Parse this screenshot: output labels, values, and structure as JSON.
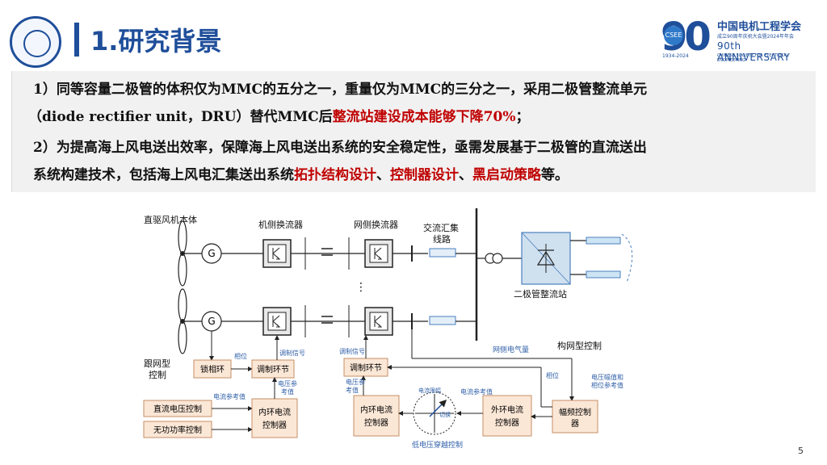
{
  "header": {
    "title": "1.研究背景",
    "university_logo": "university-seal",
    "society_logo": {
      "number": "90",
      "badge": "CSEE",
      "years": "1934-2024",
      "name_cn": "中国电机工程学会",
      "subtitle_cn": "成立90周年庆祝大会暨2024年年会",
      "anniversary_en": "90th ANNIVERSARY",
      "society_en": "CHINESE SOCIETY FOR ELECTRICAL ENGINEERING"
    }
  },
  "body": {
    "p1_line1": "1）同等容量二极管的体积仅为MMC的五分之一，重量仅为MMC的三分之一，采用二极管整流单元",
    "p1_line2_a": "（diode rectifier unit，DRU）替代MMC后",
    "p1_line2_red": "整流站建设成本能够下降70%",
    "p1_line2_b": "；",
    "p2_line1": "2）为提高海上风电送出效率，保障海上风电送出系统的安全稳定性，亟需发展基于二极管的直流送出",
    "p2_line2_a": "系统构建技术，包括海上风电汇集送出系统",
    "p2_line2_red1": "拓扑结构设计",
    "p2_sep1": "、",
    "p2_line2_red2": "控制器设计",
    "p2_sep2": "、",
    "p2_line2_red3": "黑启动策略",
    "p2_line2_b": "等。"
  },
  "diagram": {
    "turbine_body": "直驱风机本体",
    "machine_converter": "机侧换流器",
    "grid_converter": "网侧换流器",
    "ac_collect_1": "交流汇集",
    "ac_collect_2": "线路",
    "diode_station": "二极管整流站",
    "generator": "G",
    "ellipsis": "⋮",
    "grid_following_1": "跟网型",
    "grid_following_2": "控制",
    "grid_forming": "构网型控制",
    "pll": "锁相环",
    "modulation_1": "调制环节",
    "modulation_2": "调制环节",
    "phase_1": "相位",
    "phase_2": "相位",
    "mod_signal_1": "调制信号",
    "mod_signal_2": "调制信号",
    "grid_side_quantity": "网侧电气量",
    "v_ref_1a": "电压参",
    "v_ref_1b": "考值",
    "v_ref_2a": "电压参",
    "v_ref_2b": "考值",
    "i_ref_1": "电流参考值",
    "i_ref_2": "电流参考值",
    "dc_voltage_ctrl": "直流电压控制",
    "reactive_ctrl": "无功功率控制",
    "inner_ctrl_1a": "内环电流",
    "inner_ctrl_1b": "控制器",
    "inner_ctrl_2a": "内环电流",
    "inner_ctrl_2b": "控制器",
    "outer_ctrl_a": "外环电流",
    "outer_ctrl_b": "控制器",
    "amp_freq_a": "幅频控制",
    "amp_freq_b": "器",
    "v_amp_ref_a": "电压幅值和",
    "v_amp_ref_b": "相位参考值",
    "lvrt": "低电压穿越控制",
    "circle_top": "电流限幅",
    "circle_mid": "切换"
  },
  "page_number": "5",
  "colors": {
    "brand_blue": "#1f4e9a",
    "highlight_red": "#c00000",
    "ctrl_box_fill": "#fbe7d6",
    "ctrl_box_border": "#c58f66",
    "label_blue": "#2f5fa8"
  }
}
